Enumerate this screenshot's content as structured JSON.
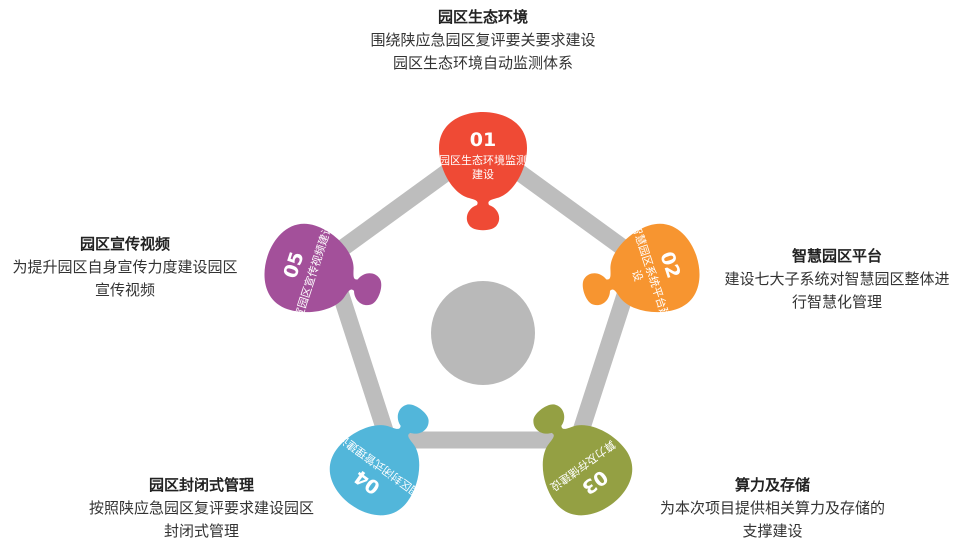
{
  "items": [
    {
      "num": "01",
      "piece_text": [
        "园区生态环境监测",
        "建设"
      ],
      "title": "园区生态环境",
      "desc": [
        "围绕陕应急园区复评要关要求建设",
        "园区生态环境自动监测体系"
      ],
      "color": "#ef4a35"
    },
    {
      "num": "02",
      "piece_text": [
        "智慧园区系统平台建",
        "设"
      ],
      "title": "智慧园区平台",
      "desc": [
        "建设七大子系统对智慧园区整体进",
        "行智慧化管理"
      ],
      "color": "#f79530"
    },
    {
      "num": "03",
      "piece_text": [
        "算力及存储建设"
      ],
      "title": "算力及存储",
      "desc": [
        "为本次项目提供相关算力及存储的",
        "支撑建设"
      ],
      "color": "#94a043"
    },
    {
      "num": "04",
      "piece_text": [
        "园区封闭式管理建设"
      ],
      "title": "园区封闭式管理",
      "desc": [
        "按照陕应急园区复评要求建设园区",
        "封闭式管理"
      ],
      "color": "#52b6da"
    },
    {
      "num": "05",
      "piece_text": [
        "宣园区宣传视频建设"
      ],
      "title": "园区宣传视频",
      "desc": [
        "为提升园区自身宣传力度建设园区",
        "宣传视频"
      ],
      "color": "#a3509a"
    }
  ],
  "colors": {
    "ring": "#bdbdbd",
    "center": "#b9b9b9"
  }
}
